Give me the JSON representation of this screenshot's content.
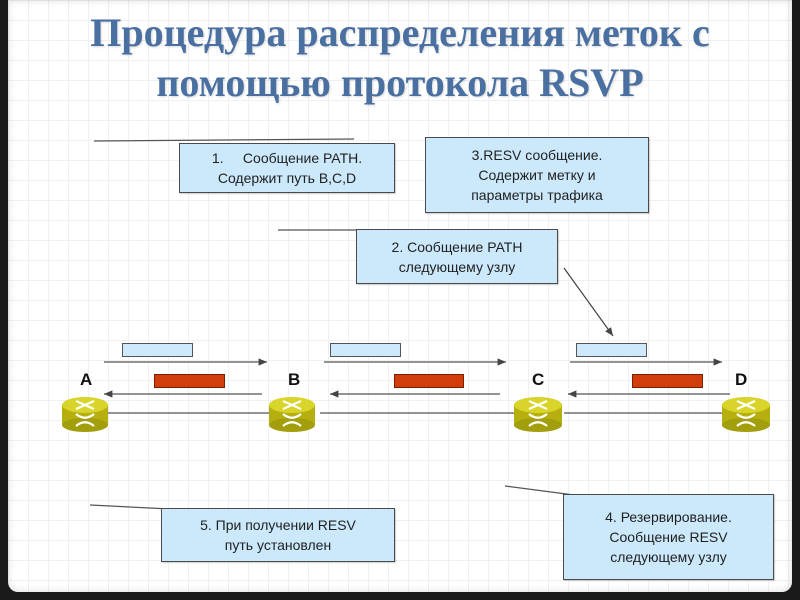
{
  "title": {
    "line1": "Процедура распределения меток с",
    "line2": "помощью протокола RSVP"
  },
  "callouts": [
    {
      "id": "step1",
      "lines": [
        "1.     Сообщение PATH.",
        "Содержит путь B,C,D"
      ]
    },
    {
      "id": "step3",
      "lines": [
        "3.RESV сообщение.",
        "Содержит метку и",
        "параметры трафика"
      ]
    },
    {
      "id": "step2",
      "lines": [
        "2. Сообщение PATH",
        "следующему узлу"
      ]
    },
    {
      "id": "step5",
      "lines": [
        "5. При получении RESV",
        "путь установлен"
      ]
    },
    {
      "id": "step4",
      "lines": [
        "4. Резервирование.",
        "Сообщение RESV",
        "следующему узлу"
      ]
    }
  ],
  "nodes": [
    {
      "label": "A",
      "icon": "router-icon"
    },
    {
      "label": "B",
      "icon": "router-icon"
    },
    {
      "label": "C",
      "icon": "router-icon"
    },
    {
      "label": "D",
      "icon": "router-icon"
    }
  ],
  "messages": {
    "path_color": "#cde9fb",
    "resv_color": "#d33d0c"
  },
  "colors": {
    "title": "#4a6fa1",
    "callout_fill": "#cce9fb",
    "router": "#c8c417"
  }
}
